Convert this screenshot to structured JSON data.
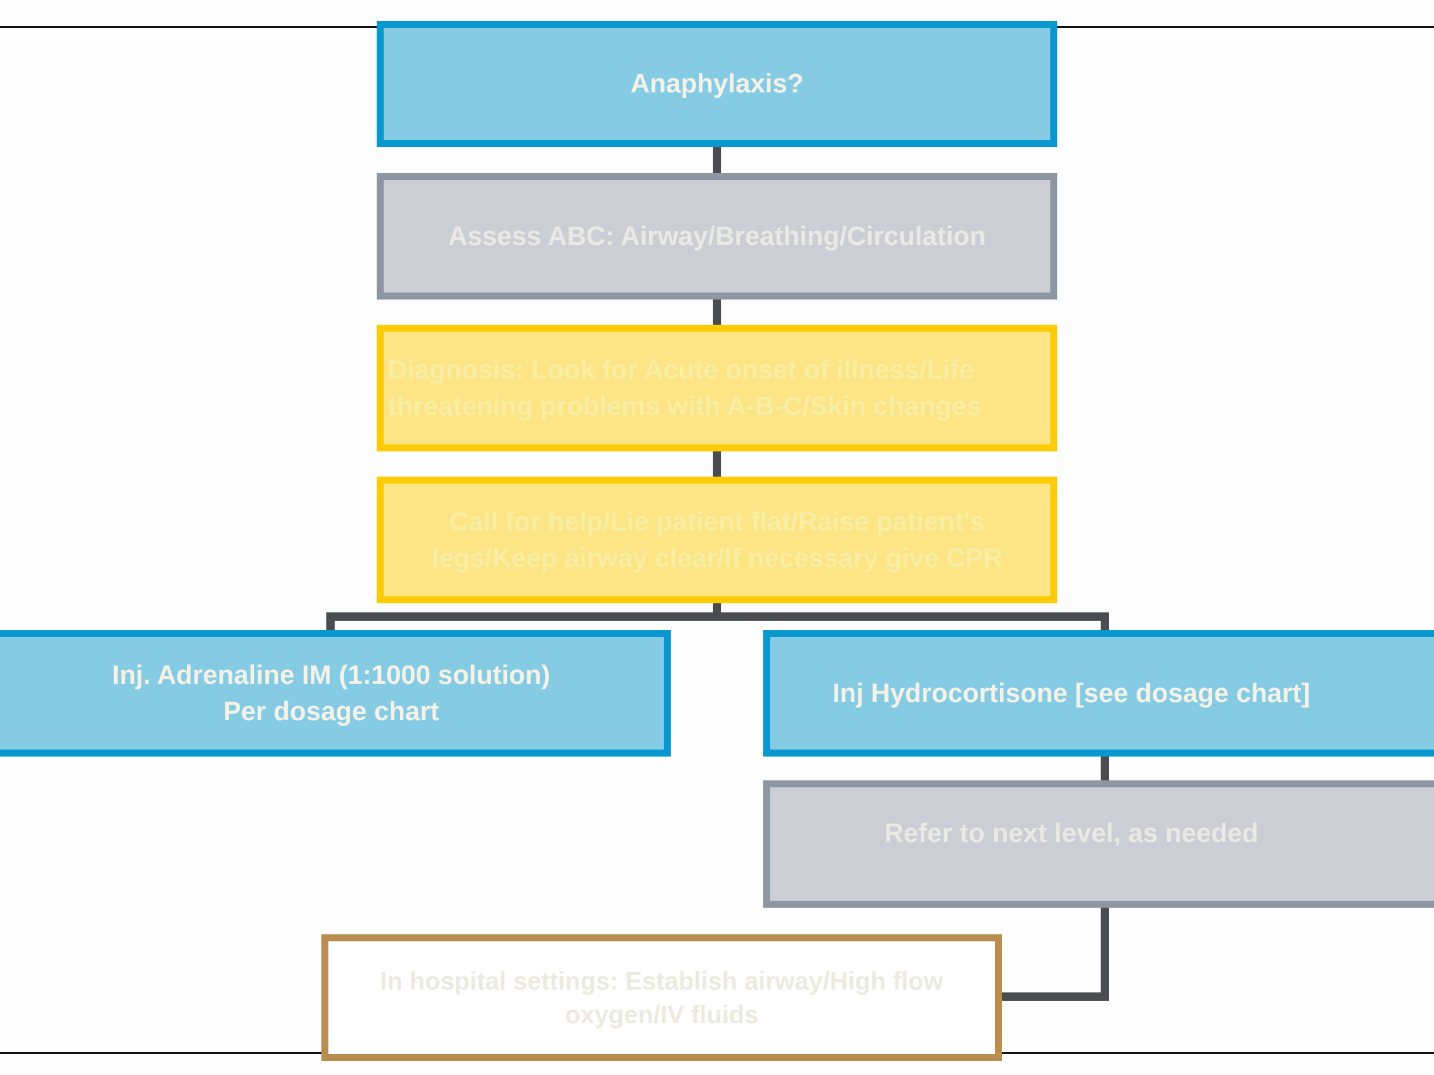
{
  "diagram": {
    "nodes": {
      "anaphylaxis": "Anaphylaxis?",
      "assess_abc": "Assess ABC: Airway/Breathing/Circulation",
      "diagnosis": "Diagnosis: Look for Acute onset of illness/Life threatening problems with A-B-C/Skin changes",
      "call_for_help": "Call for help/Lie patient flat/Raise patient's legs/Keep airway clear/If necessary give CPR",
      "adrenaline_line1": "Inj. Adrenaline IM (1:1000 solution)",
      "adrenaline_line2": "Per dosage chart",
      "hydrocortisone": "Inj Hydrocortisone [see dosage chart]",
      "refer": "Refer to next level, as needed",
      "hospital": "In hospital settings: Establish airway/High flow oxygen/IV fluids"
    },
    "colors": {
      "blue_fill": "#84cbe3",
      "blue_border": "#0898cf",
      "gray_fill": "#cbced4",
      "gray_border": "#8d97a2",
      "yellow_fill": "#fde585",
      "yellow_border": "#fccd06",
      "outline_border": "#b88d4e",
      "connector": "#4a4c50"
    }
  }
}
